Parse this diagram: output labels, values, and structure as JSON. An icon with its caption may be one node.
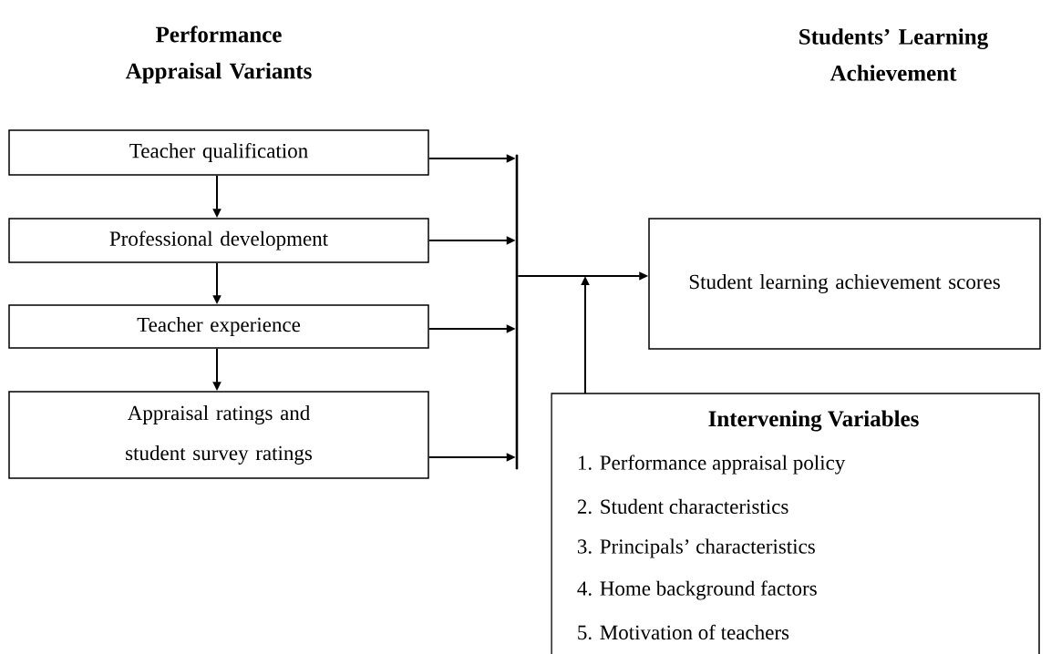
{
  "diagram": {
    "nodes": [
      {
        "text": [
          "Teacher qualification"
        ]
      },
      {
        "text": [
          "Professional development"
        ]
      },
      {
        "text": [
          "Teacher experience"
        ]
      },
      {
        "text": [
          "Appraisal ratings and student survey ratings"
        ]
      },
      {
        "text": [],
        "shape": "bar"
      },
      {
        "text": [
          "Student learning achievement scores"
        ]
      },
      {
        "text": [
          "Intervening Variables",
          "1. Performance appraisal policy",
          "2. Student characteristics",
          "3. Principals’ characteristics",
          "4. Home background factors",
          "5. Motivation of teachers"
        ]
      }
    ],
    "edges": [
      {
        "from": 0,
        "to": 1,
        "arrow": "to"
      },
      {
        "from": 1,
        "to": 2,
        "arrow": "to"
      },
      {
        "from": 2,
        "to": 3,
        "arrow": "to"
      },
      {
        "from": 0,
        "to": 4,
        "arrow": "to"
      },
      {
        "from": 1,
        "to": 4,
        "arrow": "to"
      },
      {
        "from": 2,
        "to": 4,
        "arrow": "to"
      },
      {
        "from": 3,
        "to": 4,
        "arrow": "to"
      },
      {
        "from": 4,
        "to": 5,
        "arrow": "to"
      },
      {
        "from": 6,
        "to": null,
        "arrow": "to"
      }
    ],
    "labels": [
      "Performance Appraisal Variants",
      "Students’ Learning Achievement"
    ]
  }
}
